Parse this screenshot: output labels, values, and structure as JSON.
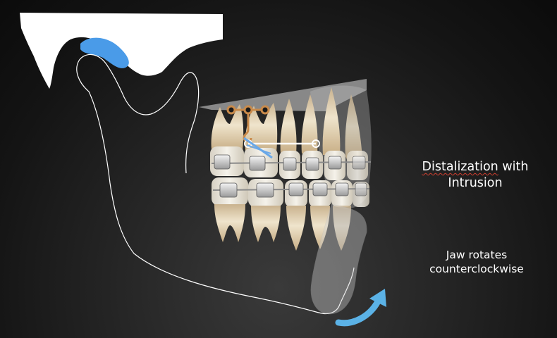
{
  "captions": {
    "distalization": {
      "line1_word1": "Distalization",
      "line1_rest": " with",
      "line2": "Intrusion"
    },
    "jaw_rotation": {
      "line1": "Jaw rotates",
      "line2": "counterclockwise"
    }
  },
  "colors": {
    "background": "#141414",
    "skull_fill": "#ffffff",
    "condyle_blue": "#4a9be8",
    "rotation_arrow": "#5bb2e6",
    "miniplate": "#c98a4a",
    "elastic_blue": "#6aa8e8"
  },
  "icons": {
    "rotation": "curved-arrow-counterclockwise-icon",
    "miniplate": "t-shaped-miniplate-icon"
  }
}
